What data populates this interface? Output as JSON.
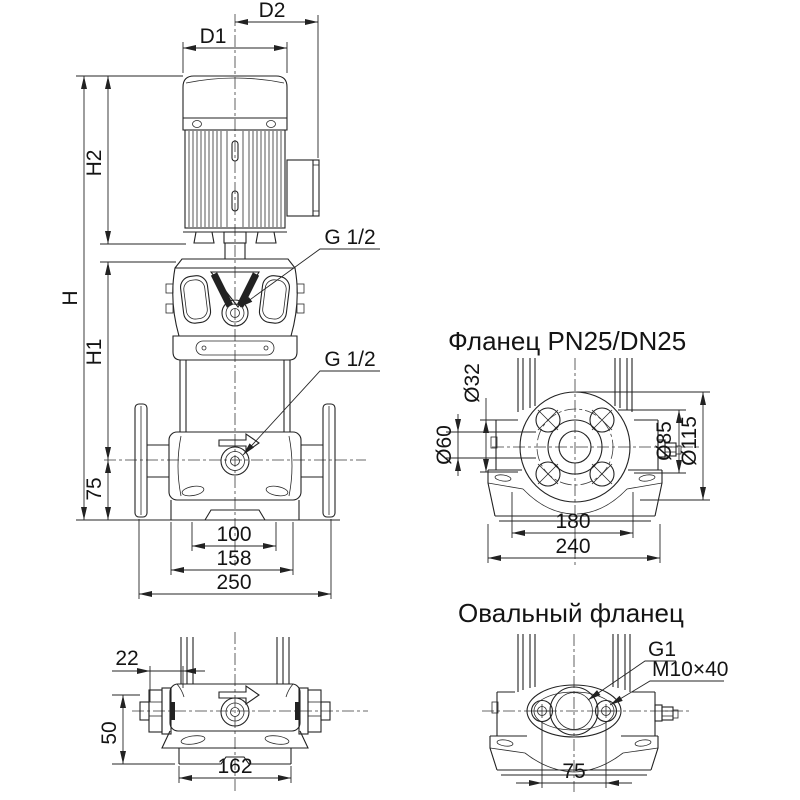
{
  "drawing": {
    "background": "#ffffff",
    "line_color": "#222222",
    "main_view": {
      "dim_d1": "D1",
      "dim_d2": "D2",
      "dim_h": "H",
      "dim_h2": "H2",
      "dim_h1": "H1",
      "dim_port_height": "75",
      "dim_bolt_spacing": "100",
      "dim_base_width": "158",
      "dim_overall_width": "250",
      "vent_plug_label": "G 1/2",
      "drain_plug_label": "G 1/2"
    },
    "flange_view": {
      "title": "Фланец PN25/DN25",
      "dim_d32": "Ø32",
      "dim_d60": "Ø60",
      "dim_d85": "Ø85",
      "dim_d115": "Ø115",
      "dim_foot_spacing": "180",
      "dim_base_width": "240"
    },
    "bottom_view": {
      "dim_offset": "22",
      "dim_height": "50",
      "dim_length": "162"
    },
    "oval_view": {
      "title": "Овальный фланец",
      "thread_label": "G1",
      "bolt_label": "M10×40",
      "dim_bolt_spacing": "75"
    }
  }
}
